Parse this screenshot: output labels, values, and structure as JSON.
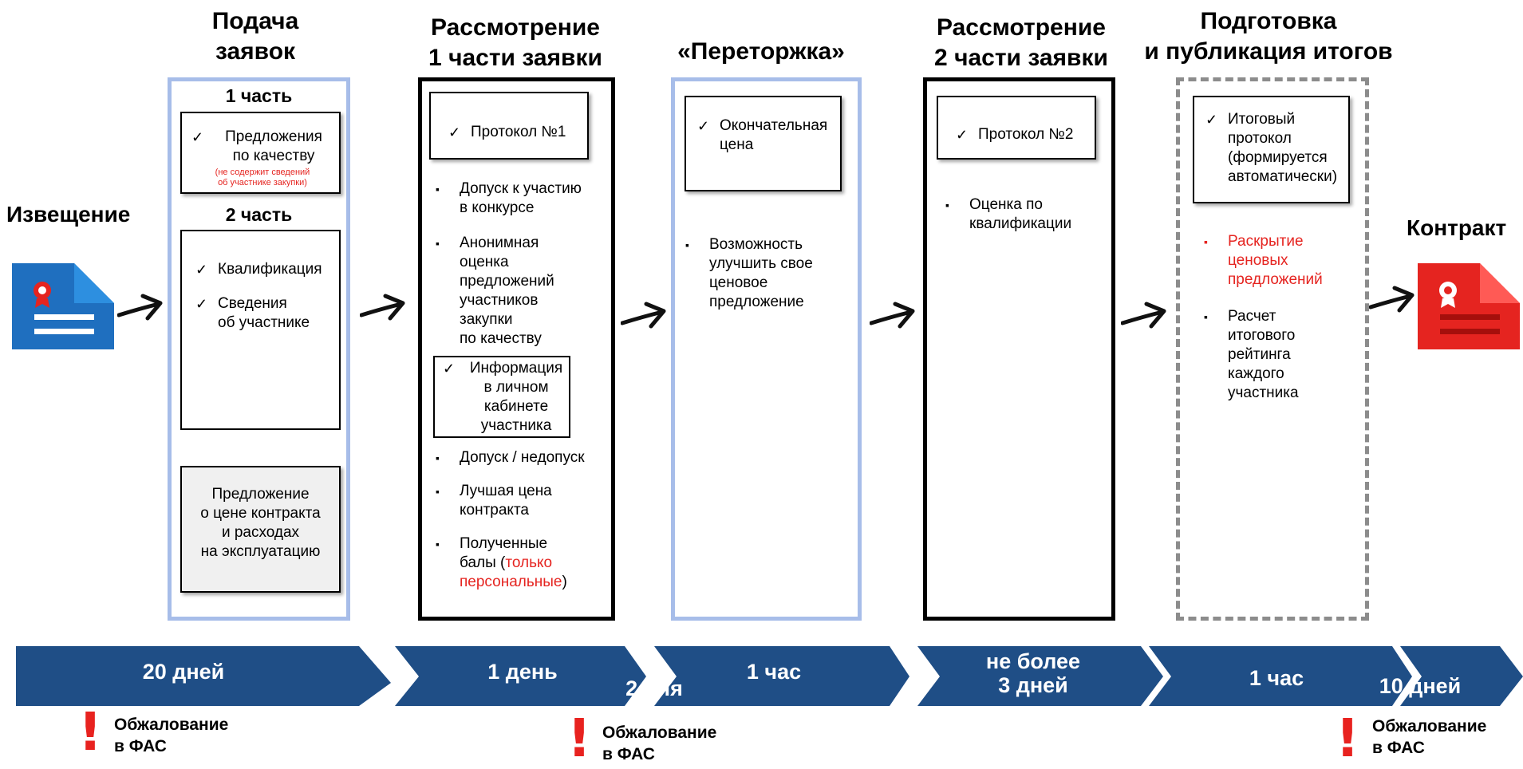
{
  "notice": {
    "label": "Извещение"
  },
  "contract": {
    "label": "Контракт"
  },
  "stages": {
    "submission": {
      "title": "Подача\nзаявок",
      "part1_label": "1 часть",
      "part1_item": "Предложения\nпо качеству",
      "part1_note": "(не содержит сведений\nоб участнике закупки)",
      "part2_label": "2 часть",
      "part2_items": [
        "Квалификация",
        "Сведения\nоб участнике"
      ],
      "price_box": "Предложение\nо цене контракта\nи расходах\nна эксплуатацию"
    },
    "review1": {
      "title": "Рассмотрение\n1 части заявки",
      "protocol": "Протокол №1",
      "bullets": [
        "Допуск к участию\nв конкурсе",
        "Анонимная\nоценка\nпредложений\nучастников\nзакупки\nпо качеству"
      ],
      "info_box": "Информация\nв личном\nкабинете\nучастника",
      "bullets2": [
        "Допуск / недопуск",
        "Лучшая цена\nконтракта"
      ],
      "scores_prefix": "Полученные\nбалы (",
      "scores_red": "только\nперсональные",
      "scores_suffix": ")"
    },
    "rebid": {
      "title": "«Переторжка»",
      "box": "Окончательная\nцена",
      "bullet": "Возможность\nулучшить свое\nценовое\nпредложение"
    },
    "review2": {
      "title": "Рассмотрение\n2 части заявки",
      "protocol": "Протокол №2",
      "bullet": "Оценка по\nквалификации"
    },
    "results": {
      "title": "Подготовка\nи публикация итогов",
      "protocol": "Итоговый\nпротокол\n(формируется\nавтоматически)",
      "bullet_red": "Раскрытие\nценовых\nпредложений",
      "bullet": "Расчет\nитогового\nрейтинга\nкаждого\nучастника"
    }
  },
  "timeline": {
    "color": "#1f4e86",
    "labels": [
      "20 дней",
      "1 день",
      "2 дня",
      "1 час",
      "не более\n3 дней",
      "1 час",
      "10 дней"
    ]
  },
  "appeals": [
    "Обжалование\nв ФАС",
    "Обжалование\nв ФАС",
    "Обжалование\nв ФАС"
  ],
  "appeal_mark": "!",
  "colors": {
    "blue_doc": "#1f6fbf",
    "red_doc": "#e52420",
    "blue_border": "#a7bde9",
    "dash": "#8c8c8c"
  }
}
